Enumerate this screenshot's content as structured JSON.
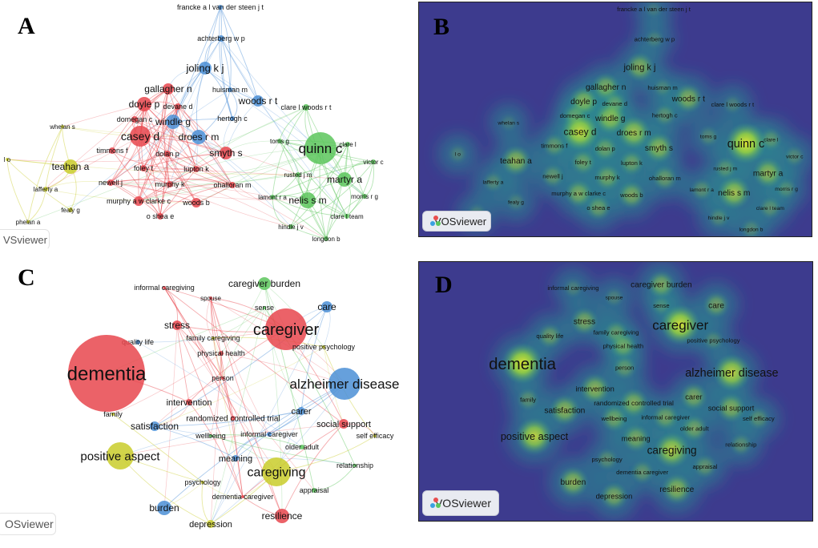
{
  "panel_labels": [
    "A",
    "B",
    "C",
    "D"
  ],
  "vosviewer_label": "VOSviewer",
  "vosviewer_label_cropped_a": "VSviewer",
  "vosviewer_label_cropped_c": "OSviewer",
  "colors": {
    "red": "#e8474d",
    "blue": "#4b8fd6",
    "green": "#5cc55c",
    "yellow": "#c9cc2a",
    "density_bg": "#3d3b8e",
    "density_hot": "#f2f22a"
  },
  "author_nodes": [
    {
      "label": "francke a l van der steen j t",
      "c": "blue"
    },
    {
      "label": "achterberg w p",
      "c": "blue"
    },
    {
      "label": "joling k j",
      "c": "blue"
    },
    {
      "label": "huisman m",
      "c": "blue"
    },
    {
      "label": "gallagher n",
      "c": "red"
    },
    {
      "label": "woods r t",
      "c": "blue"
    },
    {
      "label": "doyle p",
      "c": "red"
    },
    {
      "label": "devane d",
      "c": "red"
    },
    {
      "label": "clare l woods r t",
      "c": "green"
    },
    {
      "label": "domegan c",
      "c": "red"
    },
    {
      "label": "windle g",
      "c": "blue"
    },
    {
      "label": "hertogh c",
      "c": "blue"
    },
    {
      "label": "whelan s",
      "c": "yellow"
    },
    {
      "label": "casey d",
      "c": "red"
    },
    {
      "label": "droes r m",
      "c": "blue"
    },
    {
      "label": "toms g",
      "c": "green"
    },
    {
      "label": "quinn c",
      "c": "green"
    },
    {
      "label": "clare l",
      "c": "green"
    },
    {
      "label": "timmons f",
      "c": "red"
    },
    {
      "label": "dolan p",
      "c": "red"
    },
    {
      "label": "smyth s",
      "c": "red"
    },
    {
      "label": "l o",
      "c": "yellow"
    },
    {
      "label": "teahan a",
      "c": "yellow"
    },
    {
      "label": "victor c",
      "c": "green"
    },
    {
      "label": "foley t",
      "c": "red"
    },
    {
      "label": "lupton k",
      "c": "red"
    },
    {
      "label": "martyr a",
      "c": "green"
    },
    {
      "label": "rusted j m",
      "c": "green"
    },
    {
      "label": "lafferty a",
      "c": "yellow"
    },
    {
      "label": "newell j",
      "c": "red"
    },
    {
      "label": "murphy k",
      "c": "red"
    },
    {
      "label": "ohalloran m",
      "c": "red"
    },
    {
      "label": "nelis s m",
      "c": "green"
    },
    {
      "label": "lamont r a",
      "c": "green"
    },
    {
      "label": "morris r g",
      "c": "green"
    },
    {
      "label": "fealy g",
      "c": "yellow"
    },
    {
      "label": "murphy a w clarke c",
      "c": "red"
    },
    {
      "label": "woods b",
      "c": "red"
    },
    {
      "label": "clare l team",
      "c": "green"
    },
    {
      "label": "phelan a",
      "c": "yellow"
    },
    {
      "label": "o shea e",
      "c": "red"
    },
    {
      "label": "hindle j v",
      "c": "green"
    },
    {
      "label": "longdon b",
      "c": "green"
    }
  ],
  "keyword_nodes": [
    {
      "label": "informal caregiving",
      "c": "red"
    },
    {
      "label": "caregiver burden",
      "c": "green"
    },
    {
      "label": "spouse",
      "c": "red"
    },
    {
      "label": "sense",
      "c": "green"
    },
    {
      "label": "care",
      "c": "blue"
    },
    {
      "label": "stress",
      "c": "red"
    },
    {
      "label": "caregiver",
      "c": "red"
    },
    {
      "label": "quality life",
      "c": "blue"
    },
    {
      "label": "family caregiving",
      "c": "yellow"
    },
    {
      "label": "positive psychology",
      "c": "yellow"
    },
    {
      "label": "physical health",
      "c": "red"
    },
    {
      "label": "dementia",
      "c": "red"
    },
    {
      "label": "person",
      "c": "red"
    },
    {
      "label": "alzheimer disease",
      "c": "blue"
    },
    {
      "label": "intervention",
      "c": "red"
    },
    {
      "label": "carer",
      "c": "blue"
    },
    {
      "label": "family",
      "c": "yellow"
    },
    {
      "label": "randomized controlled trial",
      "c": "red"
    },
    {
      "label": "social support",
      "c": "red"
    },
    {
      "label": "satisfaction",
      "c": "blue"
    },
    {
      "label": "self efficacy",
      "c": "yellow"
    },
    {
      "label": "informal caregiver",
      "c": "blue"
    },
    {
      "label": "wellbeing",
      "c": "green"
    },
    {
      "label": "older adult",
      "c": "green"
    },
    {
      "label": "positive aspect",
      "c": "yellow"
    },
    {
      "label": "meaning",
      "c": "blue"
    },
    {
      "label": "caregiving",
      "c": "yellow"
    },
    {
      "label": "relationship",
      "c": "green"
    },
    {
      "label": "psychology",
      "c": "yellow"
    },
    {
      "label": "appraisal",
      "c": "green"
    },
    {
      "label": "dementia caregiver",
      "c": "red"
    },
    {
      "label": "burden",
      "c": "blue"
    },
    {
      "label": "resilience",
      "c": "red"
    },
    {
      "label": "depression",
      "c": "yellow"
    }
  ]
}
